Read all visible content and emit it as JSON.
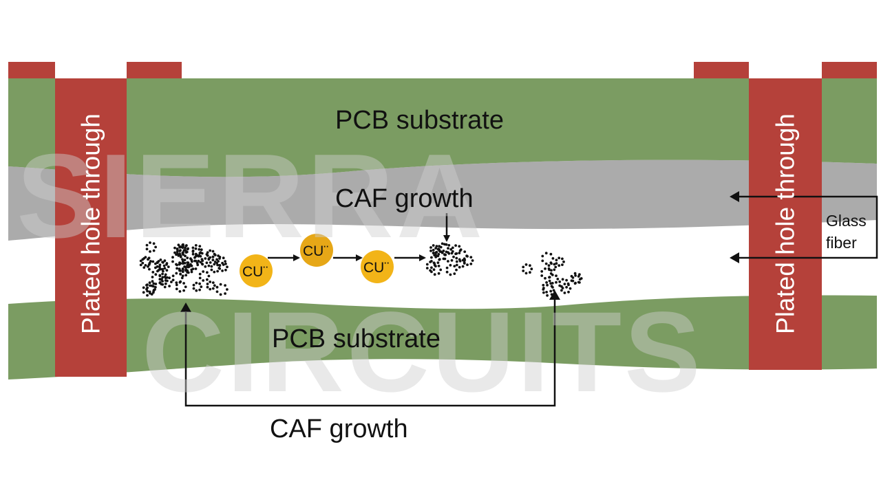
{
  "labels": {
    "top_substrate": "PCB substrate",
    "bottom_substrate": "PCB substrate",
    "caf_growth_upper": "CAF growth",
    "caf_growth_lower": "CAF growth",
    "plated_hole_left": "Plated hole through",
    "plated_hole_right": "Plated hole through",
    "glass_fiber_line1": "Glass",
    "glass_fiber_line2": "fiber"
  },
  "ions": [
    {
      "text": "CU¨"
    },
    {
      "text": "CU¨"
    },
    {
      "text": "CU¨"
    }
  ],
  "watermark": {
    "line1": "SIERRA",
    "line2": "CIRCUITS"
  },
  "colors": {
    "substrate": "#7b9c62",
    "copper": "#b5413a",
    "ion": "#f2b418",
    "fiber": "#8a8a8a",
    "watermark": "#cfcfcf"
  }
}
